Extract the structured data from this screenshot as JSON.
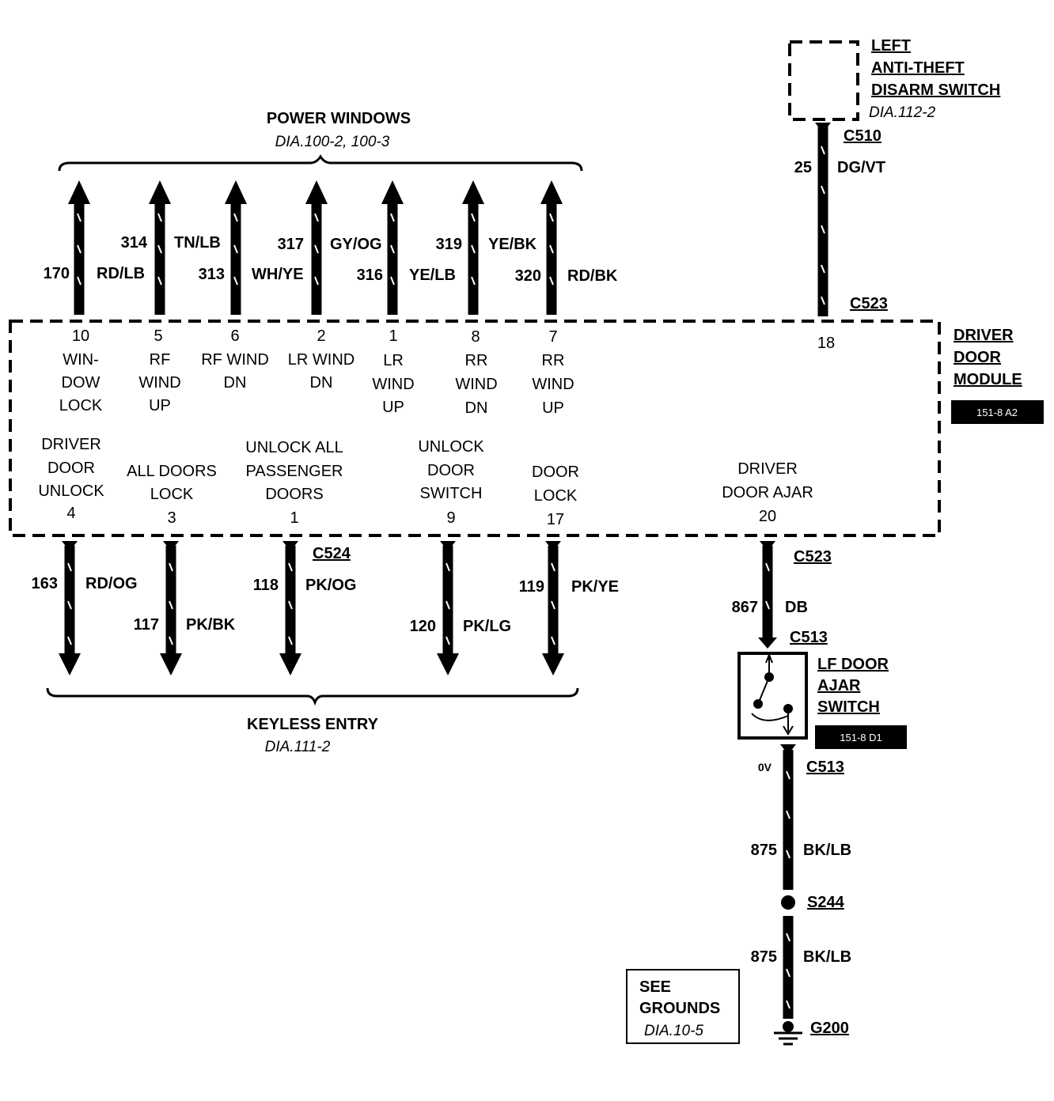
{
  "power_windows": {
    "title": "POWER WINDOWS",
    "ref": "DIA.100-2, 100-3"
  },
  "keyless_entry": {
    "title": "KEYLESS ENTRY",
    "ref": "DIA.111-2"
  },
  "anti_theft": {
    "line1": "LEFT",
    "line2": "ANTI-THEFT",
    "line3": "DISARM  SWITCH",
    "ref": "DIA.112-2",
    "connector": "C510",
    "circuit": "25",
    "color": "DG/VT"
  },
  "module": {
    "name_line1": "DRIVER",
    "name_line2": "DOOR",
    "name_line3": "MODULE",
    "badge": "151-8 A2",
    "top_connector": "C523",
    "top_pin18": "18",
    "bottom_left_connector": "C524",
    "bottom_right_connector": "C523"
  },
  "top_wires": {
    "w10": {
      "circuit": "170",
      "color": "RD/LB",
      "pin": "10",
      "l1": "WIN-",
      "l2": "DOW",
      "l3": "LOCK"
    },
    "w5": {
      "circuit": "314",
      "color": "TN/LB",
      "pin": "5",
      "l1": "RF",
      "l2": "WIND",
      "l3": "UP"
    },
    "w6": {
      "circuit": "313",
      "color": "WH/YE",
      "pin": "6",
      "l1": "RF WIND",
      "l2": "DN"
    },
    "w2": {
      "circuit": "317",
      "color": "GY/OG",
      "pin": "2",
      "l1": "LR WIND",
      "l2": "DN"
    },
    "w1": {
      "circuit": "316",
      "color": "YE/LB",
      "pin": "1",
      "l1": "LR",
      "l2": "WIND",
      "l3": "UP"
    },
    "w8": {
      "circuit": "319",
      "color": "YE/BK",
      "pin": "8",
      "l1": "RR",
      "l2": "WIND",
      "l3": "DN"
    },
    "w7": {
      "circuit": "320",
      "color": "RD/BK",
      "pin": "7",
      "l1": "RR",
      "l2": "WIND",
      "l3": "UP"
    }
  },
  "bottom_wires": {
    "w4": {
      "circuit": "163",
      "color": "RD/OG",
      "pin": "4",
      "l1": "DRIVER",
      "l2": "DOOR",
      "l3": "UNLOCK"
    },
    "w3": {
      "circuit": "117",
      "color": "PK/BK",
      "pin": "3",
      "l1": "ALL DOORS",
      "l2": "LOCK"
    },
    "w1": {
      "circuit": "118",
      "color": "PK/OG",
      "pin": "1",
      "l1": "UNLOCK ALL",
      "l2": "PASSENGER",
      "l3": "DOORS"
    },
    "w9": {
      "circuit": "120",
      "color": "PK/LG",
      "pin": "9",
      "l1": "UNLOCK",
      "l2": "DOOR",
      "l3": "SWITCH"
    },
    "w17": {
      "circuit": "119",
      "color": "PK/YE",
      "pin": "17",
      "l1": "DOOR",
      "l2": "LOCK"
    },
    "w20": {
      "circuit": "867",
      "color": "DB",
      "pin": "20",
      "l1": "DRIVER",
      "l2": "DOOR AJAR"
    }
  },
  "ajar_switch": {
    "line1": "LF DOOR",
    "line2": "AJAR",
    "line3": "SWITCH",
    "badge": "151-8 D1",
    "connector_top": "C513",
    "connector_bottom": "C513",
    "voltage": "0V"
  },
  "ground_path": {
    "circuit1": "875",
    "color1": "BK/LB",
    "splice": "S244",
    "circuit2": "875",
    "color2": "BK/LB",
    "ground": "G200"
  },
  "see_grounds": {
    "line1": "SEE",
    "line2": "GROUNDS",
    "ref": "DIA.10-5"
  }
}
